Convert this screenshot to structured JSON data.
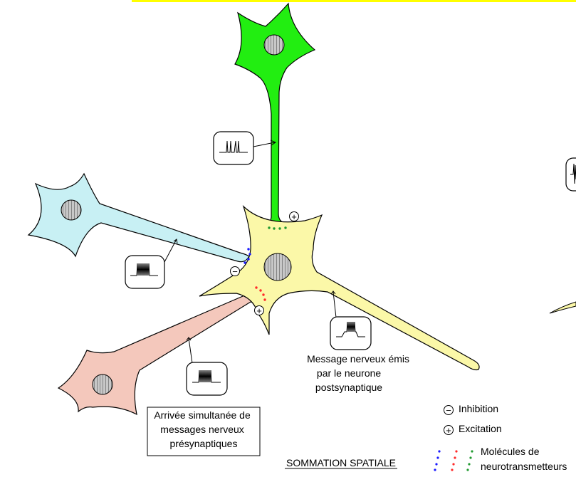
{
  "diagram": {
    "title": "SOMMATION SPATIALE",
    "postsynaptic_caption": [
      "Message nerveux  émis",
      "par le neurone",
      "postsynaptique"
    ],
    "presynaptic_caption": [
      "Arrivée simultanée de",
      "messages nerveux",
      "présynaptiques"
    ],
    "legend": {
      "inhibition": "Inhibition",
      "excitation": "Excitation",
      "molecules": [
        "Molécules de",
        "neurotransmetteurs"
      ]
    },
    "symbols": {
      "plus": "+",
      "minus": "−"
    },
    "colors": {
      "green_neuron": "#22ee11",
      "blue_neuron": "#c8f0f4",
      "pink_neuron": "#f4c8bc",
      "yellow_neuron": "#fbf8a8",
      "top_banner": "#ffff00",
      "dot_blue": "#1a1aff",
      "dot_red": "#ff2a2a",
      "dot_green": "#209a30"
    }
  }
}
